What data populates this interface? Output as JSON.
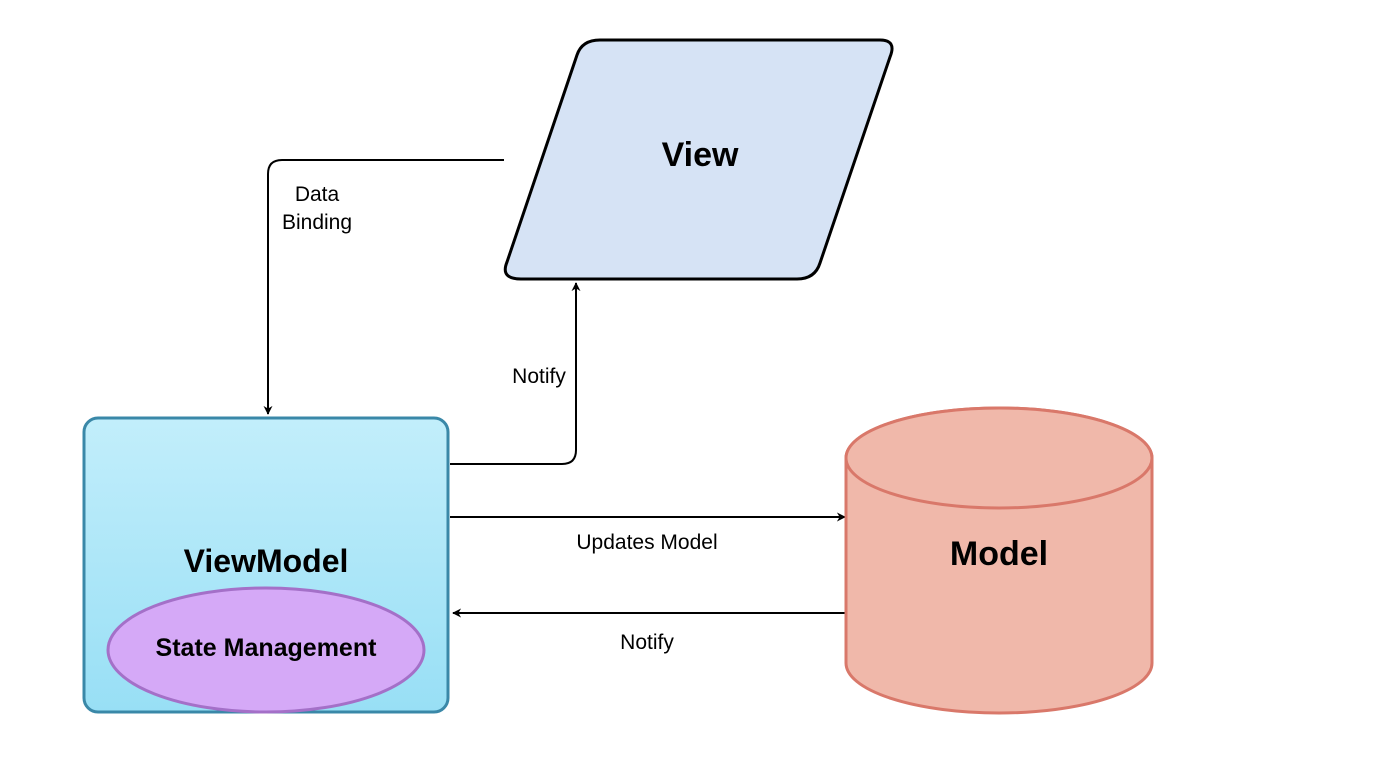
{
  "nodes": {
    "view": {
      "label": "View",
      "fill": "#d6e3f5",
      "stroke": "#000000"
    },
    "viewmodel": {
      "label": "ViewModel",
      "fill_top": "#c2eefb",
      "fill_bottom": "#98dff5",
      "stroke": "#3a88a8"
    },
    "state_management": {
      "label": "State Management",
      "fill": "#d5a9f7",
      "stroke": "#a470c8"
    },
    "model": {
      "label": "Model",
      "fill": "#f0b8aa",
      "stroke": "#d9786a"
    }
  },
  "edges": {
    "data_binding": {
      "label_line1": "Data",
      "label_line2": "Binding"
    },
    "notify_view": {
      "label": "Notify"
    },
    "updates_model": {
      "label": "Updates Model"
    },
    "notify_viewmodel": {
      "label": "Notify"
    }
  }
}
